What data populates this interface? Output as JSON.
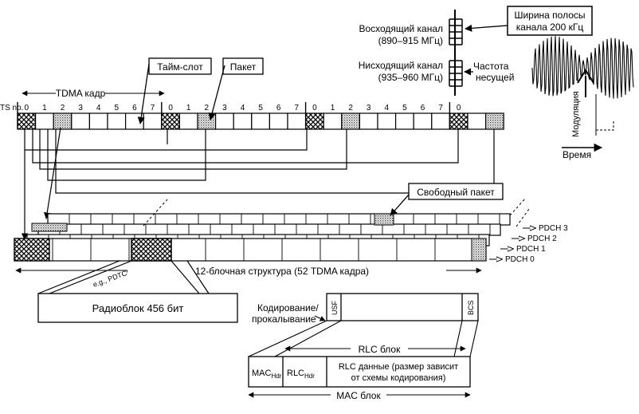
{
  "labels": {
    "uplink": "Восходящий канал",
    "uplink_range": "(890–915 МГц)",
    "downlink": "Нисходящий канал",
    "downlink_range": "(935–960 МГц)",
    "bandwidth_line1": "Ширина полосы",
    "bandwidth_line2": "канала 200 кГц",
    "carrier_line1": "Частота",
    "carrier_line2": "несущей",
    "modulation": "Модуляция",
    "time": "Время",
    "timeslot": "Тайм-слот",
    "packet": "Пакет",
    "tdma_frame": "TDMA кадр",
    "ts_no": "TS no.",
    "free_packet": "Свободный пакет",
    "pdch3": "PDCH 3",
    "pdch2": "PDCH 2",
    "pdch1": "PDCH 1",
    "pdch0": "PDCH 0",
    "eg_pdtch": "e.g., PDTCH",
    "multiframe": "12-блочная структура (52 TDMA кадра)",
    "radio_block": "Радиоблок 456 бит",
    "coding_line1": "Кодирование/",
    "coding_line2": "прокалывание",
    "usf": "USF",
    "bcs": "BCS",
    "rlc_block": "RLC блок",
    "mac_hdr": "MAC",
    "mac_hdr_sub": "Hdr",
    "rlc_hdr": "RLC",
    "rlc_hdr_sub": "Hdr",
    "rlc_data_line1": "RLC данные (размер зависит",
    "rlc_data_line2": "от схемы кодирования)",
    "mac_block": "MAC блок"
  },
  "timeslot_numbers": [
    "0",
    "1",
    "2",
    "3",
    "4",
    "5",
    "6",
    "7",
    "0",
    "1",
    "2",
    "3",
    "4",
    "5",
    "6",
    "7",
    "0",
    "1",
    "2",
    "3",
    "4",
    "5",
    "6",
    "7",
    "0"
  ]
}
